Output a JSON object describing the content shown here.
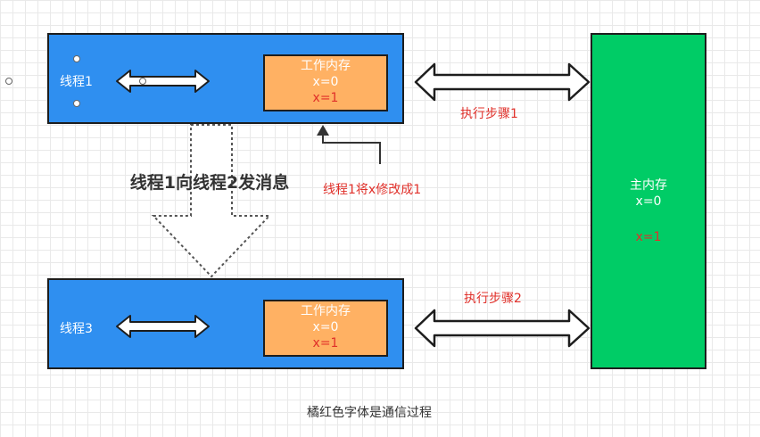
{
  "thread1": {
    "label": "线程1",
    "work_memory": {
      "title": "工作内存",
      "x_old": "x=0",
      "x_new": "x=1"
    }
  },
  "thread3": {
    "label": "线程3",
    "work_memory": {
      "title": "工作内存",
      "x_old": "x=0",
      "x_new": "x=1"
    }
  },
  "main_memory": {
    "title": "主内存",
    "x_old": "x=0",
    "x_new": "x=1"
  },
  "steps": {
    "step1": "执行步骤1",
    "step2": "执行步骤2"
  },
  "modify_note": "线程1将x修改成1",
  "message_arrow_label": "线程1向线程2发消息",
  "caption": "橘红色字体是通信过程",
  "colors": {
    "thread_box": "#2f8ff0",
    "work_memory": "#ffb163",
    "main_memory": "#00cc66",
    "accent_red": "#e0302a"
  }
}
